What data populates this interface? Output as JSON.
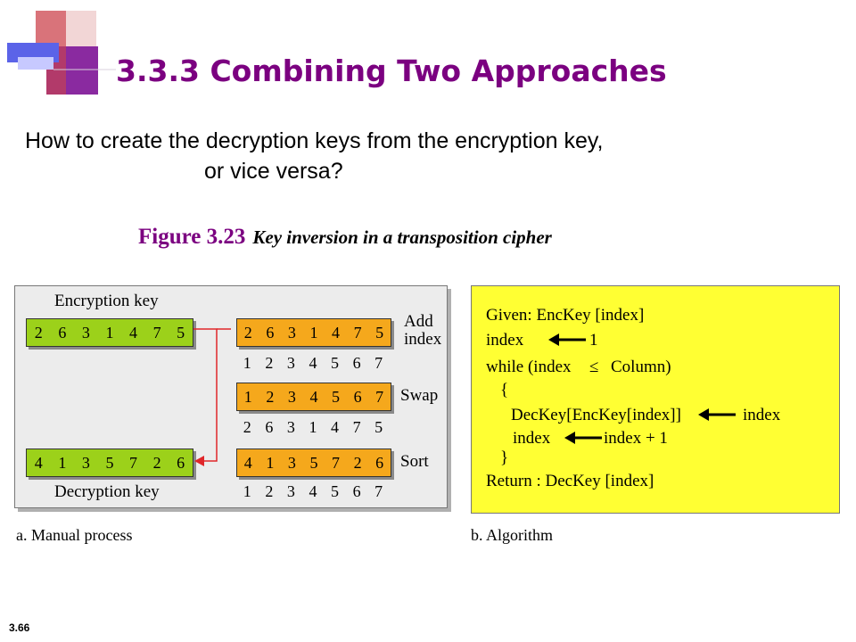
{
  "slide": {
    "title": "3.3.3  Combining Two Approaches",
    "question_line1": "How to create the decryption keys from the encryption key,",
    "question_line2": "or vice versa?",
    "page_number": "3.66"
  },
  "figure": {
    "number": "Figure 3.23",
    "description": "Key inversion in a transposition cipher"
  },
  "manual": {
    "encryption_key_label": "Encryption key",
    "decryption_key_label": "Decryption key",
    "encryption_key": [
      "2",
      "6",
      "3",
      "1",
      "4",
      "7",
      "5"
    ],
    "decryption_key": [
      "4",
      "1",
      "3",
      "5",
      "7",
      "2",
      "6"
    ],
    "step_add_line1": "Add",
    "step_add_line2": "index",
    "step_swap": "Swap",
    "step_sort": "Sort",
    "row1_box": [
      "2",
      "6",
      "3",
      "1",
      "4",
      "7",
      "5"
    ],
    "row1_index": [
      "1",
      "2",
      "3",
      "4",
      "5",
      "6",
      "7"
    ],
    "row2_box": [
      "1",
      "2",
      "3",
      "4",
      "5",
      "6",
      "7"
    ],
    "row2_index": [
      "2",
      "6",
      "3",
      "1",
      "4",
      "7",
      "5"
    ],
    "row3_box": [
      "4",
      "1",
      "3",
      "5",
      "7",
      "2",
      "6"
    ],
    "row3_index": [
      "1",
      "2",
      "3",
      "4",
      "5",
      "6",
      "7"
    ],
    "caption": "a. Manual process"
  },
  "algorithm": {
    "line1": "Given: EncKey [index]",
    "line2_left": "index",
    "line2_right": "1",
    "line3_left": "while (index",
    "line3_op": "≤",
    "line3_right": "Column)",
    "line4": "{",
    "line5_left": "DecKey[EncKey[index]]",
    "line5_right": "index",
    "line6_left": "index",
    "line6_right": "index + 1",
    "line7": "}",
    "line8": "Return : DecKey [index]",
    "caption": "b. Algorithm"
  },
  "colors": {
    "title": "#7b0080",
    "green_key": "#9cd11a",
    "orange_key": "#f5a81c",
    "algorithm_bg": "#ffff33",
    "connector": "#e0262a"
  }
}
